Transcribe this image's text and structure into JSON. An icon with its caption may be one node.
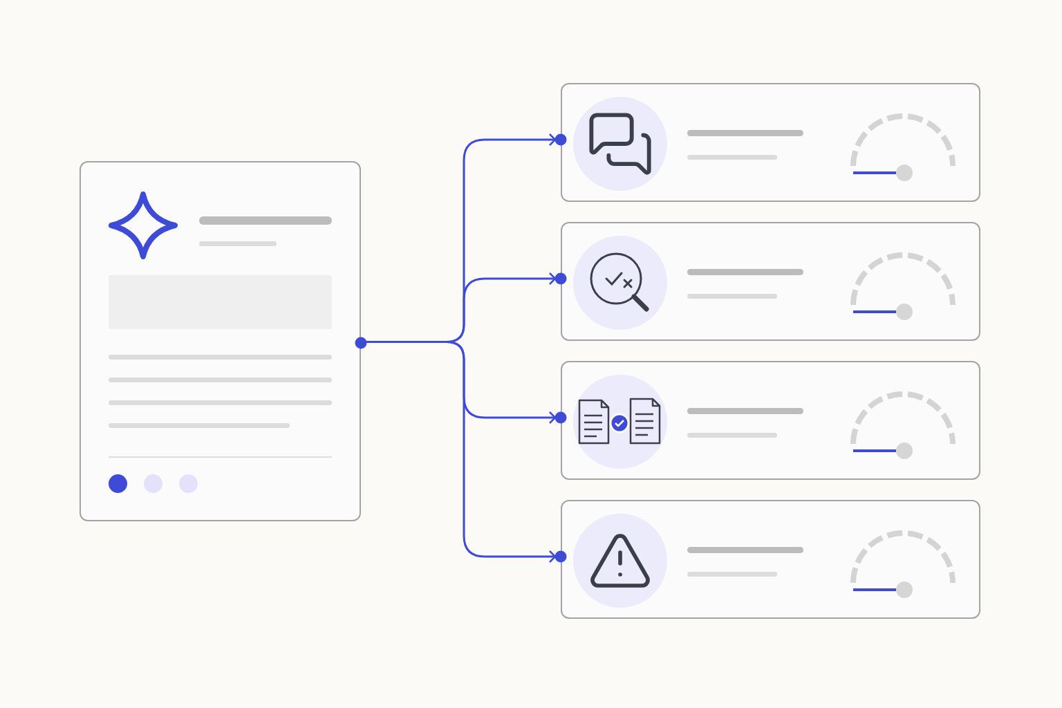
{
  "diagram": {
    "nodes": [
      {
        "text": [],
        "shape": "box"
      },
      {
        "text": [],
        "shape": "box"
      },
      {
        "text": [],
        "shape": "box"
      },
      {
        "text": [],
        "shape": "box"
      },
      {
        "text": [],
        "shape": "box"
      }
    ],
    "edges": [
      {
        "from": 0,
        "to": 1,
        "arrow": "to"
      },
      {
        "from": 0,
        "to": 2,
        "arrow": "to"
      },
      {
        "from": 0,
        "to": 3,
        "arrow": "to"
      },
      {
        "from": 0,
        "to": 4,
        "arrow": "to"
      }
    ]
  }
}
